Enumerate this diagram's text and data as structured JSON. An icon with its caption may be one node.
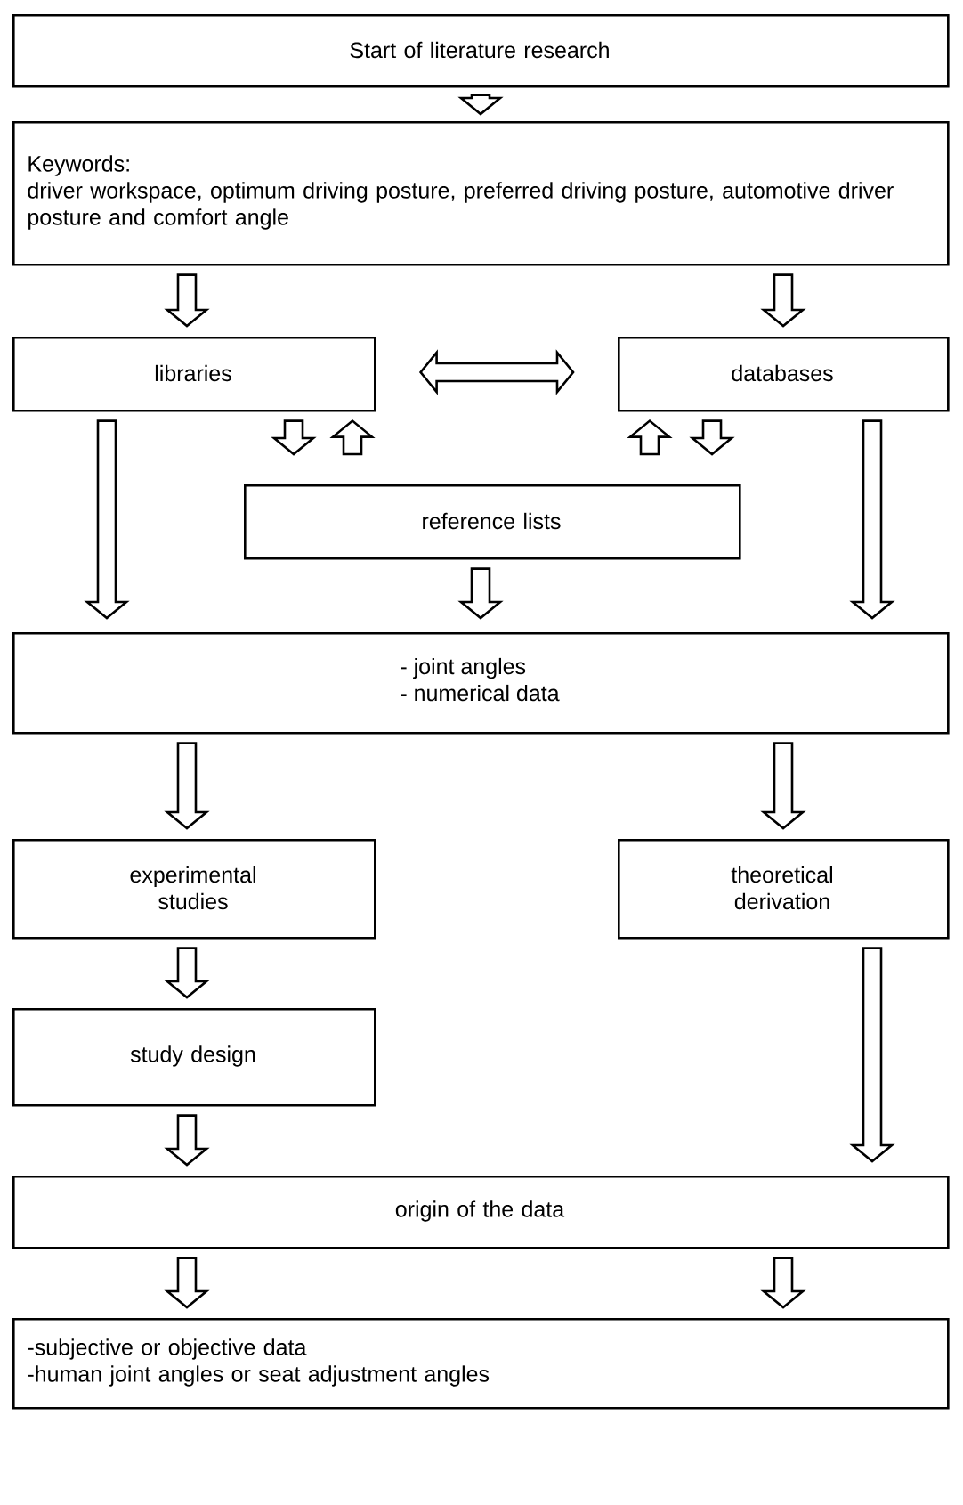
{
  "diagram": {
    "nodes": [
      {
        "text": [
          "Start of literature research"
        ]
      },
      {
        "text": [
          "Keywords:",
          "driver workspace, optimum driving posture, preferred driving posture, automotive driver posture and comfort angle"
        ]
      },
      {
        "text": [
          "libraries"
        ]
      },
      {
        "text": [
          "databases"
        ]
      },
      {
        "text": [
          "reference lists"
        ]
      },
      {
        "text": [
          "- joint angles",
          "- numerical data"
        ]
      },
      {
        "text": [
          "experimental studies"
        ]
      },
      {
        "text": [
          "theoretical derivation"
        ]
      },
      {
        "text": [
          "study design"
        ]
      },
      {
        "text": [
          "origin of the data"
        ]
      },
      {
        "text": [
          "-subjective or objective data",
          "-human joint angles or seat adjustment angles"
        ]
      }
    ],
    "edges": [
      {
        "from": 0,
        "to": 1,
        "arrow": "to"
      },
      {
        "from": 1,
        "to": 2,
        "arrow": "to"
      },
      {
        "from": 1,
        "to": 3,
        "arrow": "to"
      },
      {
        "from": 2,
        "to": 3,
        "arrow": "both"
      },
      {
        "from": 2,
        "to": 4,
        "arrow": "to"
      },
      {
        "from": 4,
        "to": 2,
        "arrow": "to"
      },
      {
        "from": 4,
        "to": 3,
        "arrow": "to"
      },
      {
        "from": 3,
        "to": 4,
        "arrow": "to"
      },
      {
        "from": 2,
        "to": 5,
        "arrow": "to"
      },
      {
        "from": 3,
        "to": 5,
        "arrow": "to"
      },
      {
        "from": 4,
        "to": 5,
        "arrow": "to"
      },
      {
        "from": 5,
        "to": 6,
        "arrow": "to"
      },
      {
        "from": 5,
        "to": 7,
        "arrow": "to"
      },
      {
        "from": 6,
        "to": 8,
        "arrow": "to"
      },
      {
        "from": 8,
        "to": 9,
        "arrow": "to"
      },
      {
        "from": 7,
        "to": 9,
        "arrow": "to"
      },
      {
        "from": 9,
        "to": 10,
        "arrow": "to"
      },
      {
        "from": 9,
        "to": 10,
        "arrow": "to"
      }
    ]
  }
}
